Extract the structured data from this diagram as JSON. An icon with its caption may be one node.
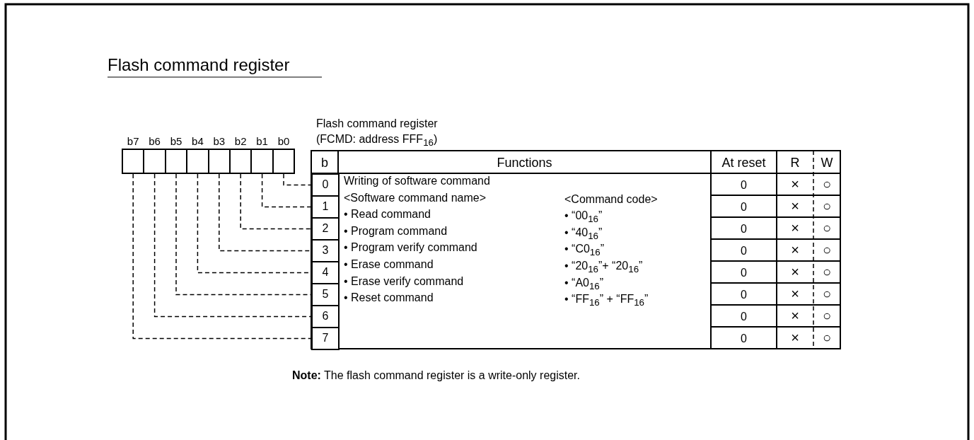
{
  "diagram": {
    "title": "Flash command register",
    "nodes": [
      {
        "text": [],
        "shape": "box",
        "beside": [
          "b7"
        ]
      },
      {
        "text": [],
        "shape": "box",
        "beside": [
          "b6"
        ]
      },
      {
        "text": [],
        "shape": "box",
        "beside": [
          "b5"
        ]
      },
      {
        "text": [],
        "shape": "box",
        "beside": [
          "b4"
        ]
      },
      {
        "text": [],
        "shape": "box",
        "beside": [
          "b3"
        ]
      },
      {
        "text": [],
        "shape": "box",
        "beside": [
          "b2"
        ]
      },
      {
        "text": [],
        "shape": "box",
        "beside": [
          "b1"
        ]
      },
      {
        "text": [],
        "shape": "box",
        "beside": [
          "b0"
        ]
      },
      {
        "text": [
          "0"
        ]
      },
      {
        "text": [
          "1"
        ]
      },
      {
        "text": [
          "2"
        ]
      },
      {
        "text": [
          "3"
        ]
      },
      {
        "text": [
          "4"
        ]
      },
      {
        "text": [
          "5"
        ]
      },
      {
        "text": [
          "6"
        ]
      },
      {
        "text": [
          "7"
        ]
      }
    ],
    "edges": [
      {
        "from": 7,
        "to": 8,
        "arrow": "none",
        "style": "dashed"
      },
      {
        "from": 6,
        "to": 9,
        "arrow": "none",
        "style": "dashed"
      },
      {
        "from": 5,
        "to": 10,
        "arrow": "none",
        "style": "dashed"
      },
      {
        "from": 4,
        "to": 11,
        "arrow": "none",
        "style": "dashed"
      },
      {
        "from": 3,
        "to": 12,
        "arrow": "none",
        "style": "dashed"
      },
      {
        "from": 2,
        "to": 13,
        "arrow": "none",
        "style": "dashed"
      },
      {
        "from": 1,
        "to": 14,
        "arrow": "none",
        "style": "dashed"
      },
      {
        "from": 0,
        "to": 15,
        "arrow": "none",
        "style": "dashed"
      }
    ],
    "labels": [
      "Flash command register",
      "(FCMD: address FFF$_{16}$)",
      "b",
      "Functions",
      "At reset",
      "R",
      "W",
      "Writing of software command",
      "0",
      "×",
      "○",
      "<Software command name>",
      "<Command code>",
      "0",
      "×",
      "○",
      "• Read command",
      "• “00$_{16}$”",
      "0",
      "×",
      "○",
      "• Program command",
      "• “40$_{16}$”",
      "0",
      "×",
      "○",
      "• Program verify command",
      "• “C0$_{16}$”",
      "0",
      "×",
      "○",
      "• Erase command",
      "• “20$_{16}$”+ “20$_{16}$”",
      "0",
      "×",
      "○",
      "• Erase verify command",
      "• “A0$_{16}$”",
      "0",
      "×",
      "○",
      "• Reset command",
      "• “FF$_{16}$” + “FF$_{16}$”",
      "0",
      "×",
      "○",
      "**Note:** The flash command register is a write-only register."
    ]
  }
}
